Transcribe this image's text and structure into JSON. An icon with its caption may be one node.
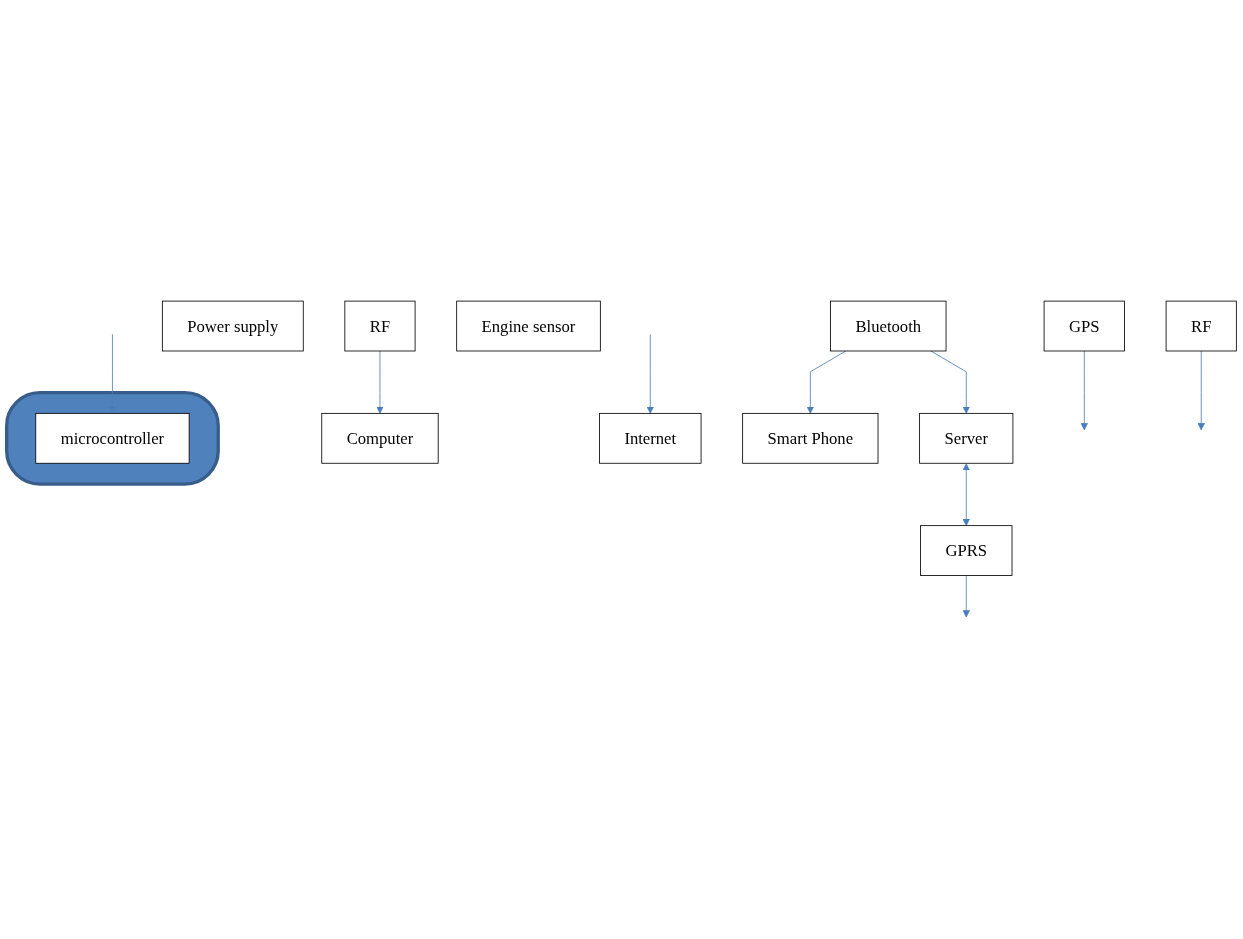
{
  "diagram": {
    "nodes": [
      {
        "text": [
          "Smart  Phone"
        ]
      },
      {
        "text": [
          "Bluetooth"
        ]
      },
      {
        "text": [
          "Server"
        ]
      },
      {
        "text": [],
        "shape": "box"
      },
      {
        "text": [
          "Power supply"
        ]
      },
      {
        "text": [
          "GPRS"
        ]
      },
      {
        "text": [
          "microcontroller"
        ],
        "in": 3
      },
      {
        "text": [
          "GPS"
        ]
      },
      {
        "text": [
          "Engine sensor"
        ]
      },
      {
        "text": [
          "RF"
        ]
      },
      {
        "text": [
          "RF"
        ]
      },
      {
        "text": [
          "Computer"
        ]
      },
      {
        "text": [
          "Internet"
        ]
      }
    ],
    "edges": [
      {
        "from": 1,
        "to": 0,
        "arrow": "to"
      },
      {
        "from": 1,
        "to": 2,
        "arrow": "to"
      },
      {
        "from": 2,
        "to": 5,
        "arrow": "both"
      },
      {
        "from": 5,
        "to": null,
        "arrow": "to"
      },
      {
        "from": null,
        "to": 6,
        "arrow": "to"
      },
      {
        "from": 7,
        "to": null,
        "arrow": "to"
      },
      {
        "from": 9,
        "to": null,
        "arrow": "to"
      },
      {
        "from": 10,
        "to": 11,
        "arrow": "to"
      },
      {
        "from": null,
        "to": 12,
        "arrow": "to"
      }
    ]
  }
}
